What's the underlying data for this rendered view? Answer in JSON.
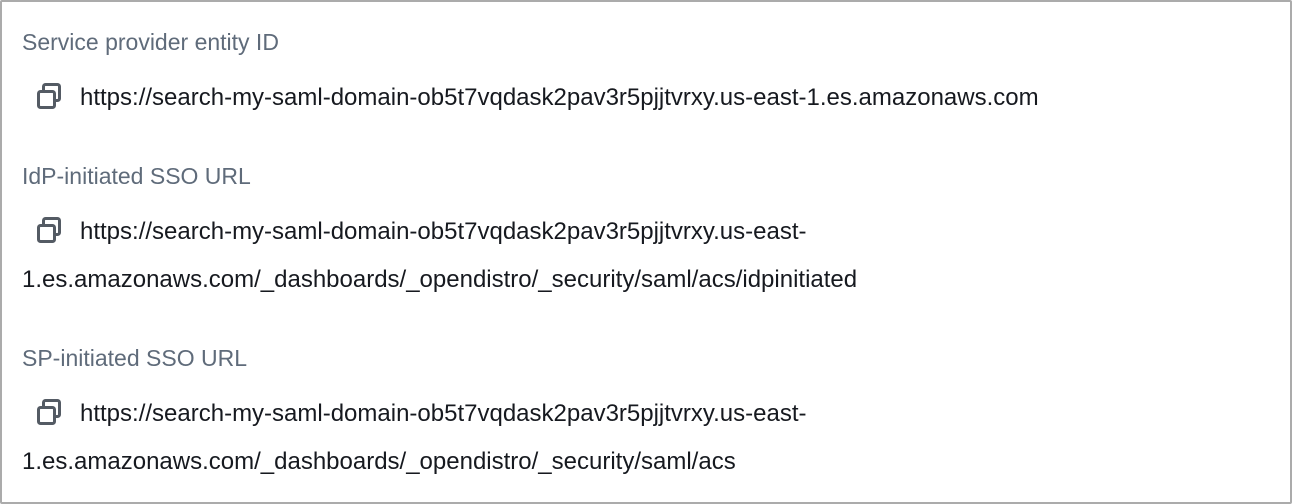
{
  "panel": {
    "fields": [
      {
        "label": "Service provider entity ID",
        "value": "https://search-my-saml-domain-ob5t7vqdask2pav3r5pjjtvrxy.us-east-1.es.amazonaws.com"
      },
      {
        "label": "IdP-initiated SSO URL",
        "value": "https://search-my-saml-domain-ob5t7vqdask2pav3r5pjjtvrxy.us-east-1.es.amazonaws.com/_dashboards/_opendistro/_security/saml/acs/idpinitiated"
      },
      {
        "label": "SP-initiated SSO URL",
        "value": "https://search-my-saml-domain-ob5t7vqdask2pav3r5pjjtvrxy.us-east-1.es.amazonaws.com/_dashboards/_opendistro/_security/saml/acs"
      }
    ],
    "icons": {
      "copy": "copy-icon"
    },
    "colors": {
      "label_text": "#5f6b7a",
      "value_text": "#16191f",
      "copy_icon": "#545b64",
      "border": "#ababab",
      "background": "#ffffff"
    }
  }
}
